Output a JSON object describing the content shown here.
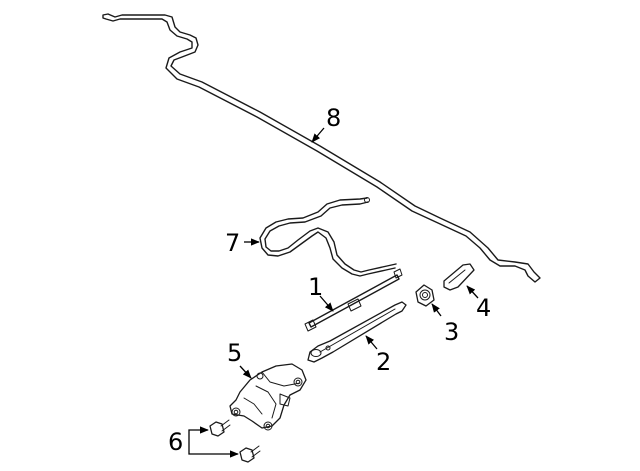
{
  "diagram": {
    "callouts": [
      {
        "id": "1",
        "label": "1",
        "part": "wiper-blade"
      },
      {
        "id": "2",
        "label": "2",
        "part": "wiper-arm"
      },
      {
        "id": "3",
        "label": "3",
        "part": "arm-nut"
      },
      {
        "id": "4",
        "label": "4",
        "part": "arm-cap"
      },
      {
        "id": "5",
        "label": "5",
        "part": "wiper-motor"
      },
      {
        "id": "6",
        "label": "6",
        "part": "motor-bolts"
      },
      {
        "id": "7",
        "label": "7",
        "part": "washer-hose-short"
      },
      {
        "id": "8",
        "label": "8",
        "part": "washer-hose-long"
      }
    ]
  }
}
